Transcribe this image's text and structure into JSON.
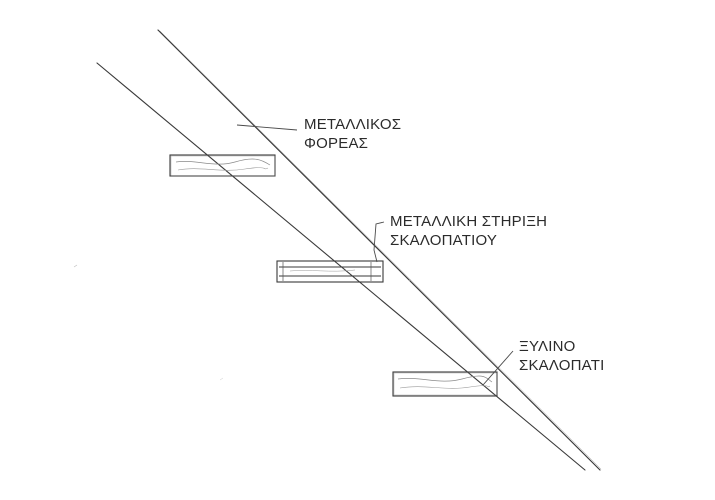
{
  "labels": {
    "metal_frame": {
      "line1": "ΜΕΤΑΛΛΙΚΟΣ",
      "line2": "ΦΟΡΕΑΣ"
    },
    "metal_support": {
      "line1": "ΜΕΤΑΛΛΙΚΗ ΣΤΗΡΙΞΗ",
      "line2": "ΣΚΑΛΟΠΑΤΙΟΥ"
    },
    "wooden_tread": {
      "line1": "ΞΥΛΙΝΟ",
      "line2": "ΣΚΑΛΟΠΑΤΙ"
    }
  },
  "colors": {
    "ink": "#3a3a3a",
    "light_ink": "#8a8a8a",
    "paper": "#ffffff"
  }
}
